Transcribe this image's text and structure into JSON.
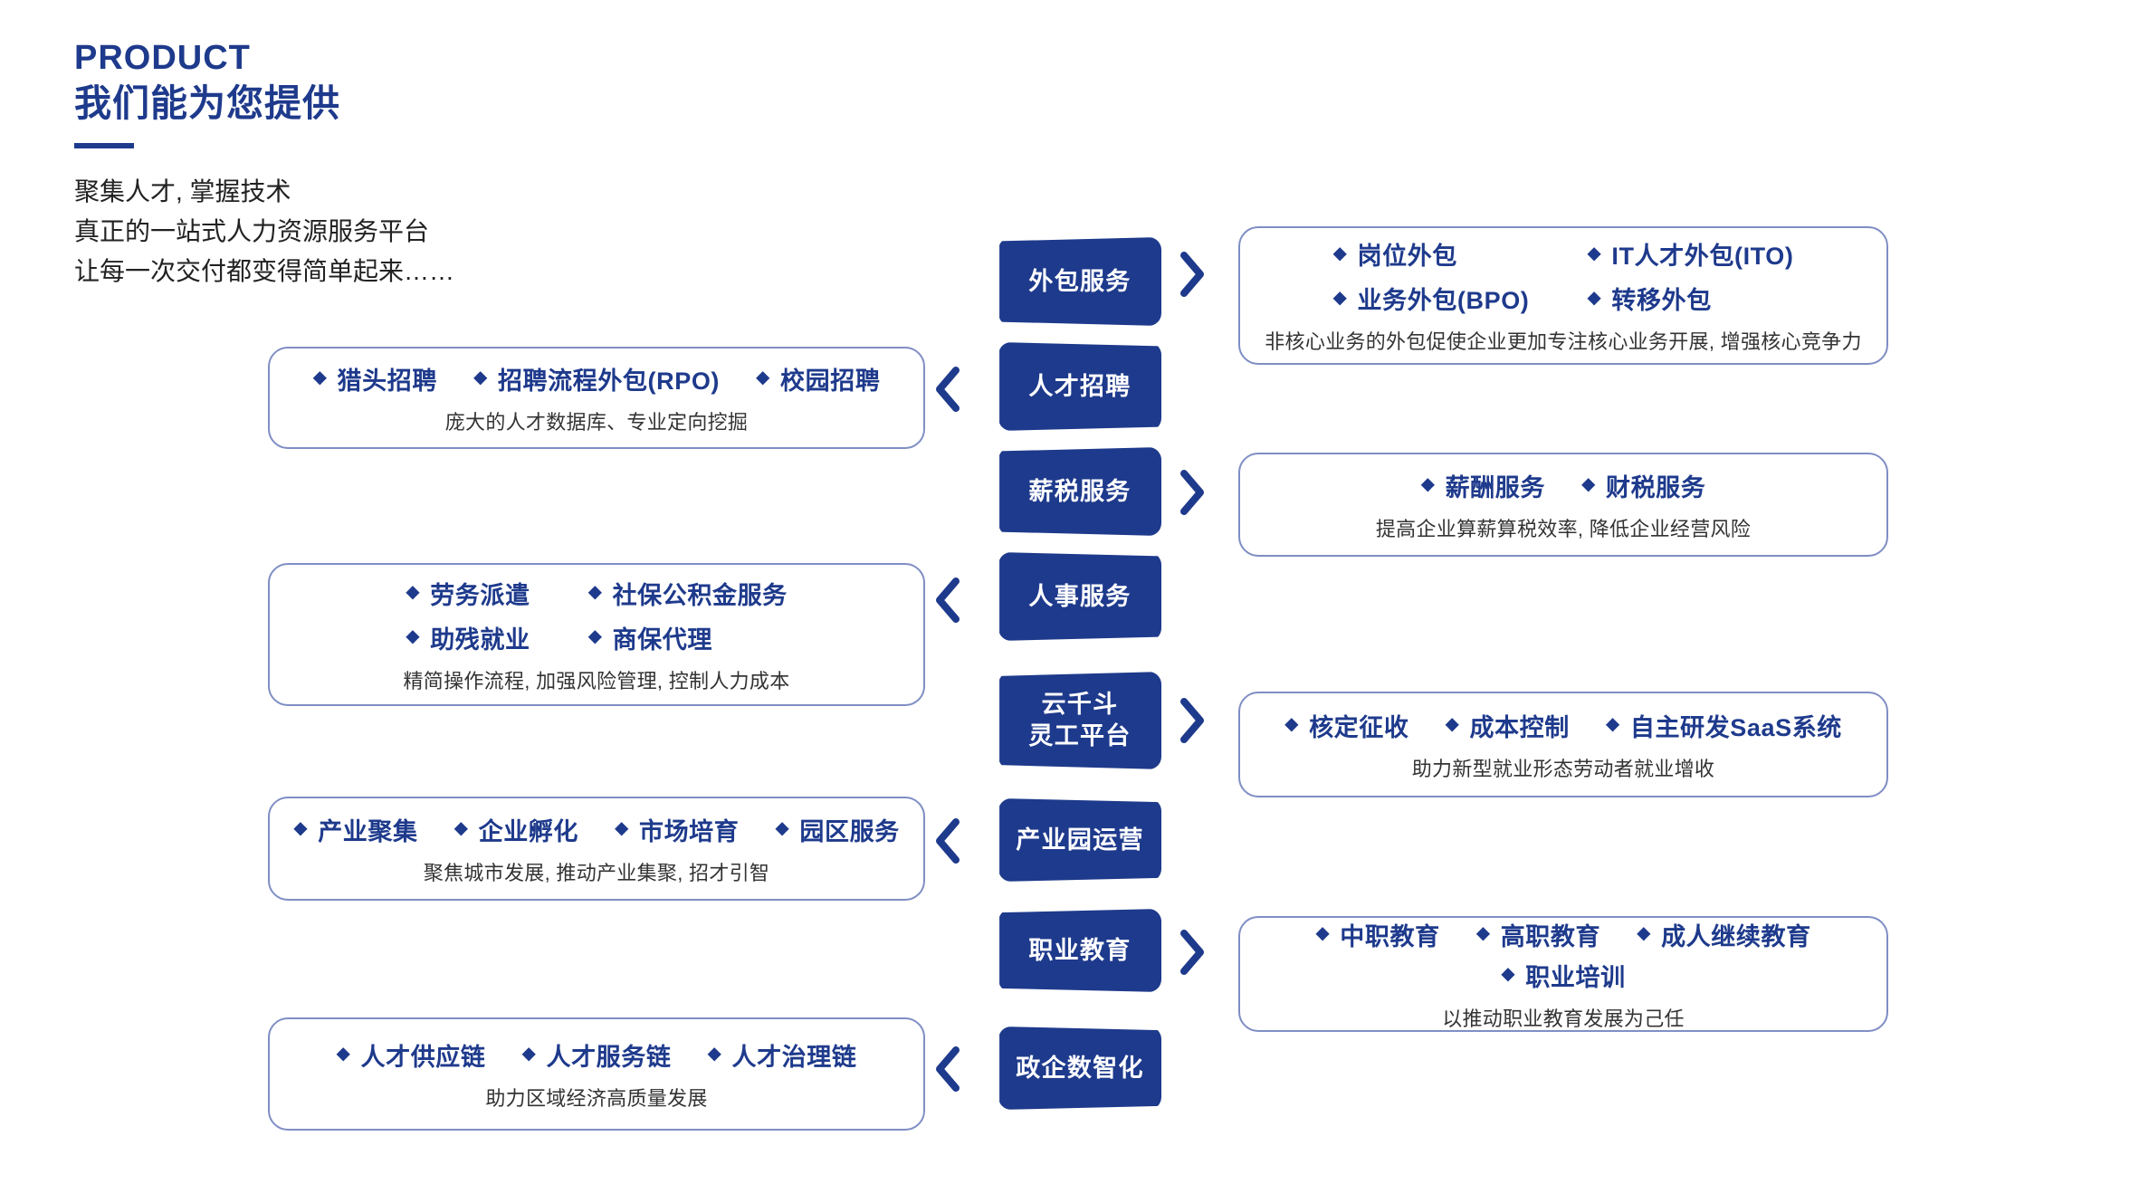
{
  "header": {
    "eyebrow": "PRODUCT",
    "headline": "我们能为您提供",
    "subtitle": "聚集人才, 掌握技术\n真正的一站式人力资源服务平台\n让每一次交付都变得简单起来……"
  },
  "colors": {
    "brand_blue": "#1e3a8c",
    "card_border": "#7f8ec4",
    "card_background": "#ffffff",
    "body_text": "#333333",
    "page_background": "#ffffff"
  },
  "icons": {
    "bullet_diamond": "◆",
    "chevron_right": "chevron-right-icon",
    "chevron_left": "chevron-left-icon"
  },
  "rows": [
    {
      "tab": "外包服务",
      "side": "right",
      "chevron": "◆",
      "layout": "grid2",
      "bullets": [
        "岗位外包",
        "IT人才外包(ITO)",
        "业务外包(BPO)",
        "转移外包"
      ],
      "desc": "非核心业务的外包促使企业更加专注核心业务开展, 增强核心竞争力"
    },
    {
      "tab": "人才招聘",
      "side": "left",
      "layout": "inline",
      "bullets": [
        "猎头招聘",
        "招聘流程外包(RPO)",
        "校园招聘"
      ],
      "desc": "庞大的人才数据库、专业定向挖掘"
    },
    {
      "tab": "薪税服务",
      "side": "right",
      "layout": "inline",
      "bullets": [
        "薪酬服务",
        "财税服务"
      ],
      "desc": "提高企业算薪算税效率, 降低企业经营风险"
    },
    {
      "tab": "人事服务",
      "side": "left",
      "layout": "grid2",
      "bullets": [
        "劳务派遣",
        "社保公积金服务",
        "助残就业",
        "商保代理"
      ],
      "desc": "精简操作流程, 加强风险管理, 控制人力成本"
    },
    {
      "tab": "云千斗\n灵工平台",
      "side": "right",
      "layout": "inline",
      "bullets": [
        "核定征收",
        "成本控制",
        "自主研发SaaS系统"
      ],
      "desc": "助力新型就业形态劳动者就业增收"
    },
    {
      "tab": "产业园运营",
      "side": "left",
      "layout": "inline",
      "bullets": [
        "产业聚集",
        "企业孵化",
        "市场培育",
        "园区服务"
      ],
      "desc": "聚焦城市发展, 推动产业集聚, 招才引智"
    },
    {
      "tab": "职业教育",
      "side": "right",
      "layout": "inline",
      "bullets": [
        "中职教育",
        "高职教育",
        "成人继续教育",
        "职业培训"
      ],
      "desc": "以推动职业教育发展为己任"
    },
    {
      "tab": "政企数智化",
      "side": "left",
      "layout": "inline",
      "bullets": [
        "人才供应链",
        "人才服务链",
        "人才治理链"
      ],
      "desc": "助力区域经济高质量发展"
    }
  ]
}
